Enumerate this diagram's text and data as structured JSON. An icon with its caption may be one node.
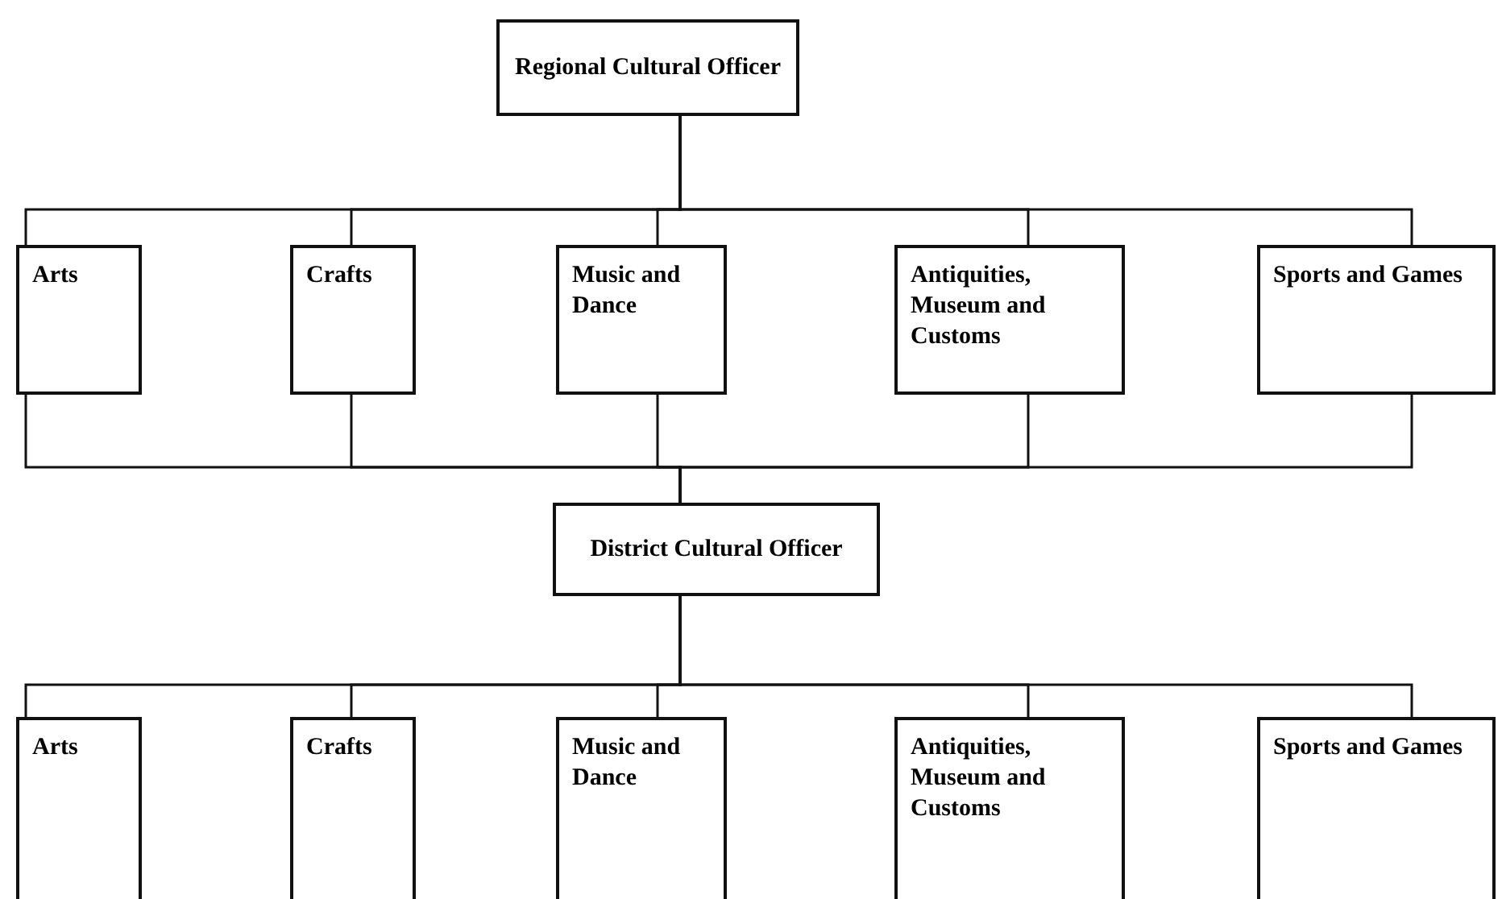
{
  "diagram": {
    "nodes": [
      {
        "text": [
          "Regional Cultural Officer"
        ]
      },
      {
        "text": [
          "Arts"
        ]
      },
      {
        "text": [
          "Crafts"
        ]
      },
      {
        "text": [
          "Music and Dance"
        ]
      },
      {
        "text": [
          "Antiquities, Museum and Customs"
        ]
      },
      {
        "text": [
          "Sports and Games"
        ]
      },
      {
        "text": [
          "District Cultural Officer"
        ]
      },
      {
        "text": [
          "Arts"
        ]
      },
      {
        "text": [
          "Crafts"
        ]
      },
      {
        "text": [
          "Music and Dance"
        ]
      },
      {
        "text": [
          "Antiquities, Museum and Customs"
        ]
      },
      {
        "text": [
          "Sports and Games"
        ]
      }
    ],
    "edges": [
      {
        "from": 0,
        "to": 1,
        "arrow": "none"
      },
      {
        "from": 0,
        "to": 2,
        "arrow": "none"
      },
      {
        "from": 0,
        "to": 3,
        "arrow": "none"
      },
      {
        "from": 0,
        "to": 4,
        "arrow": "none"
      },
      {
        "from": 0,
        "to": 5,
        "arrow": "none"
      },
      {
        "from": 1,
        "to": 6,
        "arrow": "none"
      },
      {
        "from": 2,
        "to": 6,
        "arrow": "none"
      },
      {
        "from": 3,
        "to": 6,
        "arrow": "none"
      },
      {
        "from": 4,
        "to": 6,
        "arrow": "none"
      },
      {
        "from": 5,
        "to": 6,
        "arrow": "none"
      },
      {
        "from": 6,
        "to": 7,
        "arrow": "none"
      },
      {
        "from": 6,
        "to": 8,
        "arrow": "none"
      },
      {
        "from": 6,
        "to": 9,
        "arrow": "none"
      },
      {
        "from": 6,
        "to": 10,
        "arrow": "none"
      },
      {
        "from": 6,
        "to": 11,
        "arrow": "none"
      }
    ]
  }
}
